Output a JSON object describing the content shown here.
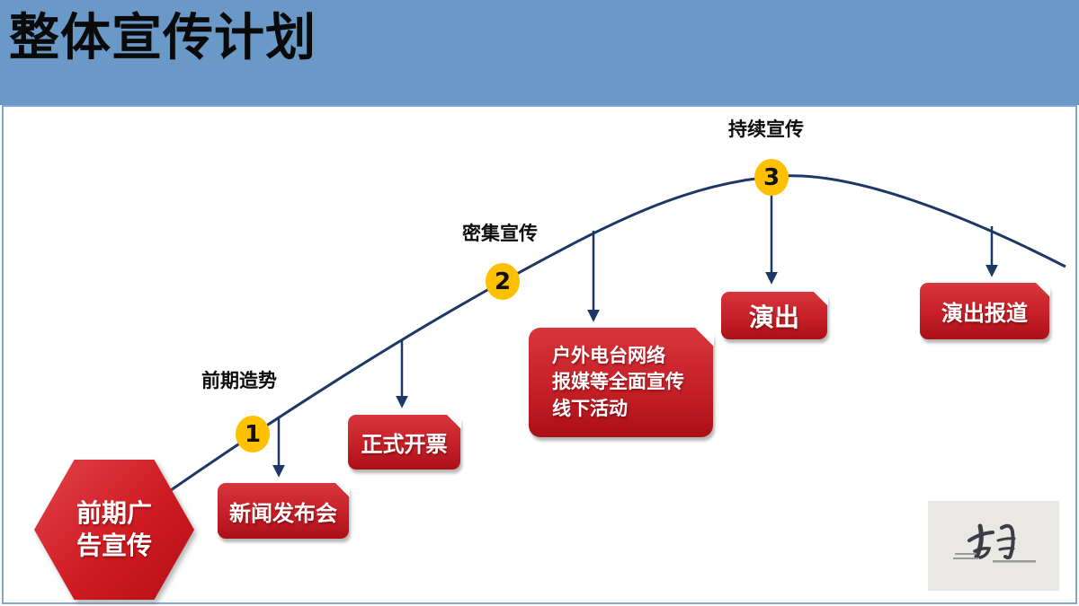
{
  "title": "整体宣传计划",
  "phases": [
    {
      "number": "1",
      "label": "前期造势"
    },
    {
      "number": "2",
      "label": "密集宣传"
    },
    {
      "number": "3",
      "label": "持续宣传"
    }
  ],
  "hexagon": {
    "line1": "前期广",
    "line2": "告宣传"
  },
  "boxes": {
    "press_conference": "新闻发布会",
    "ticket_launch": "正式开票",
    "media_campaign": {
      "line1": "户外电台网络",
      "line2": "报媒等全面宣传",
      "line3": "线下活动"
    },
    "performance": "演出",
    "performance_report": "演出报道"
  },
  "logo": {
    "icon": "calligraphy-logo-mark"
  },
  "colors": {
    "header_blue": "#6A99C8",
    "frame_border": "#7FA9D2",
    "curve_navy": "#1E3866",
    "milestone_yellow": "#FFC000",
    "box_red_top": "#D8353C",
    "box_red_bottom": "#AB1016"
  }
}
